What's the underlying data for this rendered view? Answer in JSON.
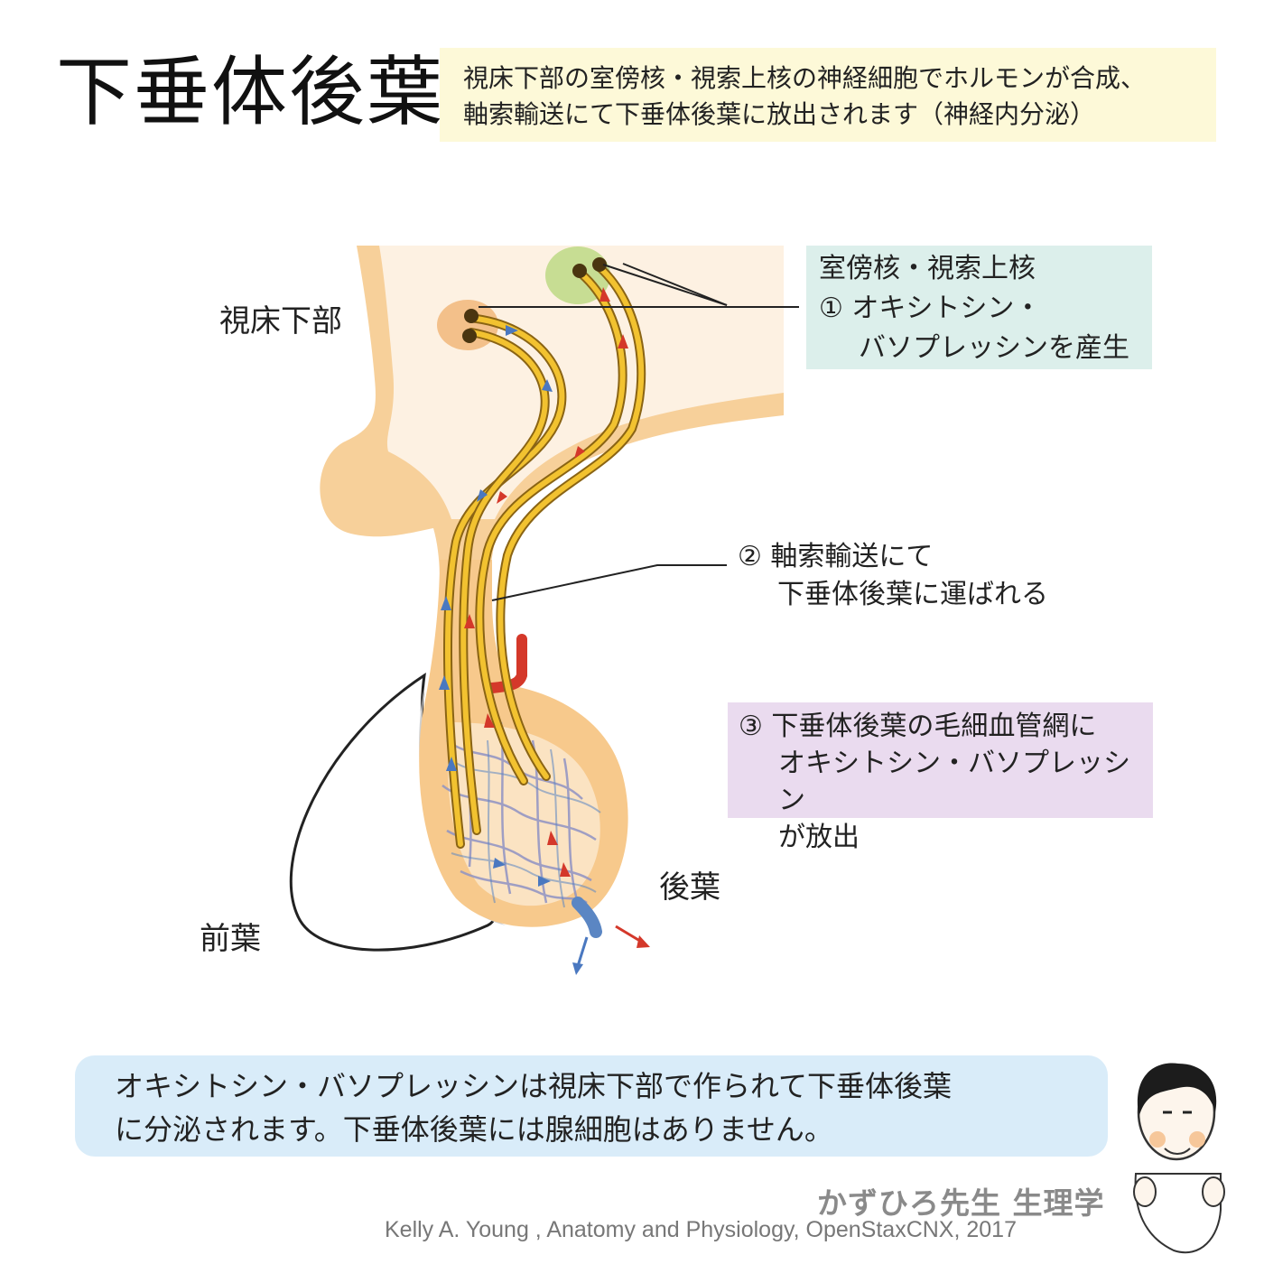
{
  "title": "下垂体後葉",
  "summary": {
    "line1": "視床下部の室傍核・視索上核の神経細胞でホルモンが合成、",
    "line2": "軸索輸送にて下垂体後葉に放出されます（神経内分泌）"
  },
  "labels": {
    "hypothalamus": "視床下部",
    "posterior_lobe": "後葉",
    "anterior_lobe": "前葉"
  },
  "callouts": {
    "step1": {
      "header": "室傍核・視索上核",
      "line1": "① オキシトシン・",
      "line2": "バソプレッシンを産生"
    },
    "step2": {
      "line1": "② 軸索輸送にて",
      "line2": "下垂体後葉に運ばれる"
    },
    "step3": {
      "line1": "③ 下垂体後葉の毛細血管網に",
      "line2": "オキシトシン・バソプレッシン",
      "line3": "が放出"
    }
  },
  "bubble": {
    "line1": "オキシトシン・バソプレッシンは視床下部で作られて下垂体後葉",
    "line2": "に分泌されます。下垂体後葉には腺細胞はありません。"
  },
  "brand": "かずひろ先生 生理学",
  "citation": "Kelly A. Young , Anatomy and Physiology, OpenStaxCNX, 2017",
  "colors": {
    "tissue": "#f7d09a",
    "tissue_light": "#fdf1e2",
    "axon": "#f2c230",
    "vein": "#5b86c3",
    "artery": "#d4382a",
    "nucleus_paraventricular": "#f3c08a",
    "nucleus_supraoptic": "#c7dd93"
  }
}
